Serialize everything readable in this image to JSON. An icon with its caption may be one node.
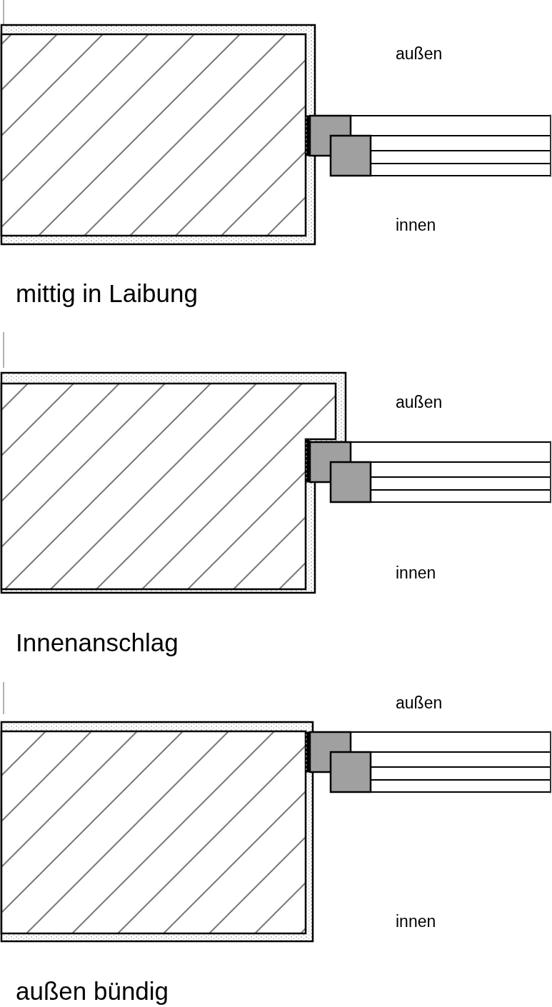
{
  "diagram": {
    "labels": [
      "außen",
      "innen",
      "mittig in Laibung",
      "außen",
      "innen",
      "Innenanschlag",
      "außen",
      "innen",
      "außen bündig"
    ]
  }
}
